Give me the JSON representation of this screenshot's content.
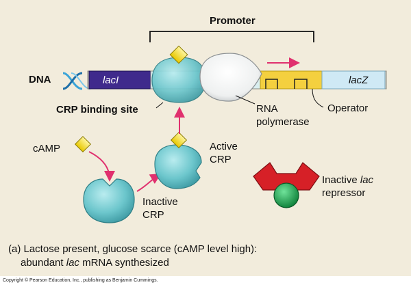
{
  "labels": {
    "promoter": "Promoter",
    "dna": "DNA",
    "lacI": "lacI",
    "lacZ": "lacZ",
    "crp_site": "CRP binding site",
    "rna_polymerase_1": "RNA",
    "rna_polymerase_2": "polymerase",
    "operator": "Operator",
    "camp": "cAMP",
    "active_crp_1": "Active",
    "active_crp_2": "CRP",
    "inactive_crp_1": "Inactive",
    "inactive_crp_2": "CRP",
    "repressor_1_prefix": "Inactive",
    "repressor_1_gene": "lac",
    "repressor_2": "repressor"
  },
  "caption": {
    "line1": "(a) Lactose present, glucose scarce (cAMP level high):",
    "line2_prefix": "abundant",
    "line2_gene": "lac",
    "line2_suffix": "mRNA synthesized"
  },
  "copyright": "Copyright © Pearson Education, Inc., publishing as Benjamin Cummings.",
  "colors": {
    "background": "#f2ecdc",
    "lacI_gene": "#3f2a8c",
    "lacZ_gene": "#cfe9f5",
    "operator": "#f4d03f",
    "crp": "#6cc6cc",
    "camp": "#f8e400",
    "repressor": "#d62027",
    "repressor_core": "#17a34a",
    "arrow": "#e0306e"
  }
}
